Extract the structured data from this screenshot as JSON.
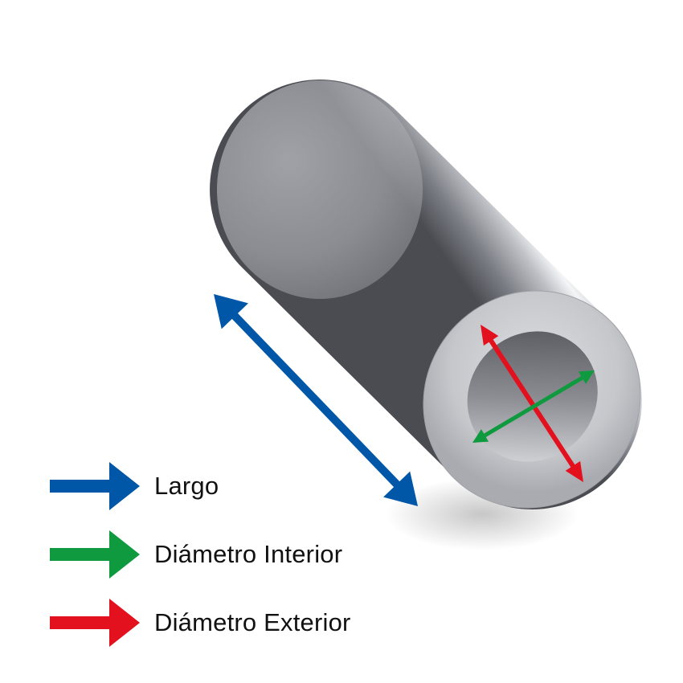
{
  "colors": {
    "largo": "#0057a8",
    "interior": "#0f9a3f",
    "exterior": "#e3101e"
  },
  "legend": {
    "items": [
      {
        "label": "Largo",
        "color": "#0057a8",
        "icon": "arrow-right-icon"
      },
      {
        "label": "Diámetro Interior",
        "color": "#0f9a3f",
        "icon": "arrow-right-icon"
      },
      {
        "label": "Diámetro Exterior",
        "color": "#e3101e",
        "icon": "arrow-right-icon"
      }
    ]
  }
}
